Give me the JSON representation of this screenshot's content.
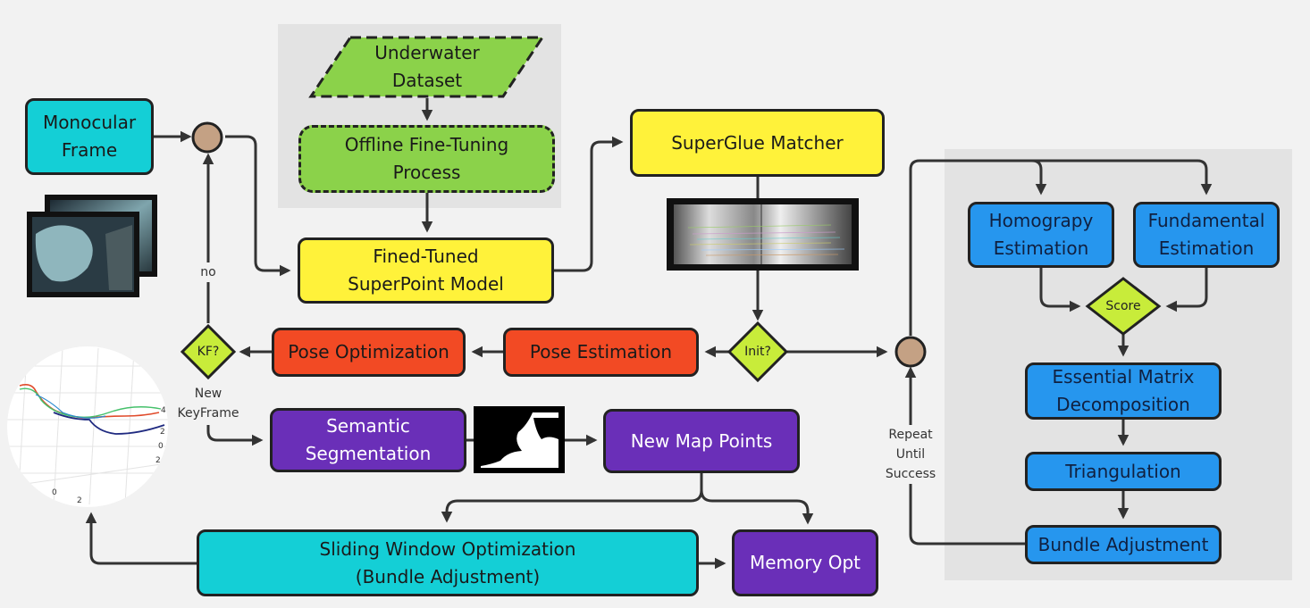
{
  "colors": {
    "teal": "#14cfd6",
    "yellow": "#fff23a",
    "orange": "#f24a24",
    "purple": "#6a2fb8",
    "blue": "#2696ee",
    "green": "#8bd24a",
    "diamond": "#c8ec3a",
    "junction": "#c4a184",
    "panel": "#e3e3e3",
    "arrow": "#333333"
  },
  "nodes": {
    "monocular_frame": "Monocular\nFrame",
    "underwater_dataset": "Underwater\nDataset",
    "offline_finetuning": "Offline Fine-Tuning\nProcess",
    "finetuned_superpoint": "Fined-Tuned\nSuperPoint Model",
    "superglue_matcher": "SuperGlue Matcher",
    "pose_optimization": "Pose Optimization",
    "pose_estimation": "Pose Estimation",
    "semantic_segmentation": "Semantic\nSegmentation",
    "new_map_points": "New Map Points",
    "sliding_window": "Sliding Window Optimization\n(Bundle Adjustment)",
    "memory_opt": "Memory Opt",
    "homography": "Homograpy\nEstimation",
    "fundamental": "Fundamental\nEstimation",
    "essential_matrix": "Essential Matrix\nDecomposition",
    "triangulation": "Triangulation",
    "bundle_adjustment": "Bundle Adjustment"
  },
  "decisions": {
    "kf": "KF?",
    "init": "Init?",
    "score": "Score"
  },
  "edge_labels": {
    "no": "no",
    "new_keyframe": "New\nKeyFrame",
    "repeat": "Repeat\nUntil\nSuccess"
  },
  "trajectory_axis_ticks": [
    "0",
    "2",
    "2",
    "0",
    "2",
    "4"
  ]
}
